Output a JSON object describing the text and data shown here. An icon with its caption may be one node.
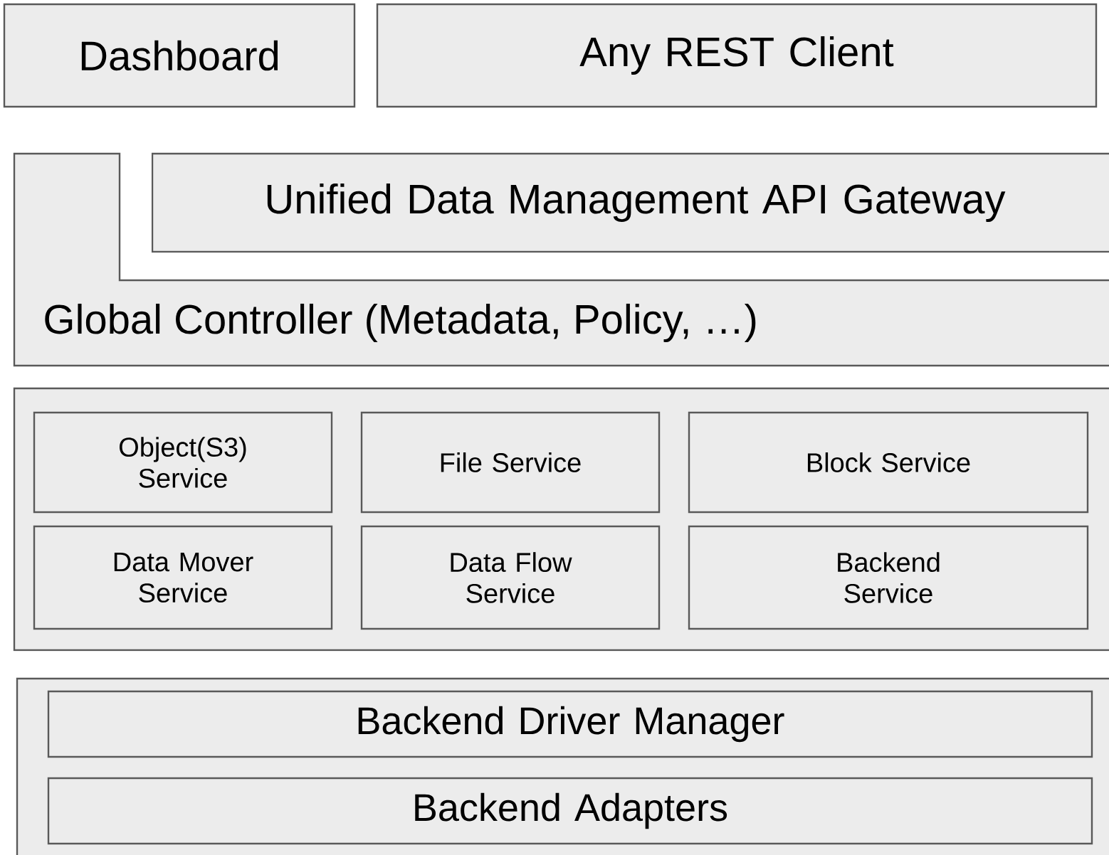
{
  "diagram": {
    "nodes": [
      {
        "text": [
          "Dashboard"
        ]
      },
      {
        "text": [
          "Any REST Client"
        ]
      },
      {
        "text": [
          "Global Controller (Metadata, Policy, …)"
        ]
      },
      {
        "text": [
          "Unified Data Management API Gateway"
        ]
      },
      {
        "text": [],
        "shape": "box"
      },
      {
        "text": [
          "Object(S3) Service"
        ],
        "in": 4
      },
      {
        "text": [
          "File Service"
        ],
        "in": 4
      },
      {
        "text": [
          "Block Service"
        ],
        "in": 4
      },
      {
        "text": [
          "Data Mover Service"
        ],
        "in": 4
      },
      {
        "text": [
          "Data Flow Service"
        ],
        "in": 4
      },
      {
        "text": [
          "Backend Service"
        ],
        "in": 4
      },
      {
        "text": [],
        "shape": "box"
      },
      {
        "text": [
          "Backend Driver Manager"
        ],
        "in": 11
      },
      {
        "text": [
          "Backend Adapters"
        ],
        "in": 11
      }
    ]
  }
}
